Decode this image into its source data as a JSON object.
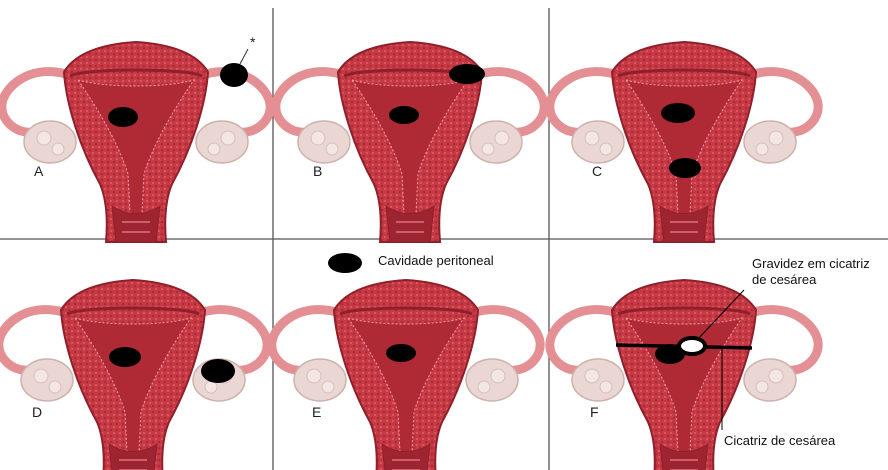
{
  "panels": [
    {
      "id": "A",
      "label": "A",
      "sites": [
        "uterine-body",
        "fallopian-tube-distal"
      ]
    },
    {
      "id": "B",
      "label": "B",
      "sites": [
        "uterine-body",
        "cornual"
      ]
    },
    {
      "id": "C",
      "label": "C",
      "sites": [
        "uterine-body",
        "cervical"
      ]
    },
    {
      "id": "D",
      "label": "D",
      "sites": [
        "uterine-body",
        "ovarian"
      ]
    },
    {
      "id": "E",
      "label": "E",
      "sites": [
        "uterine-body",
        "peritoneal-cavity"
      ]
    },
    {
      "id": "F",
      "label": "F",
      "sites": [
        "uterine-body",
        "cesarean-scar"
      ]
    }
  ],
  "legend": {
    "label": "Cavidade peritoneal"
  },
  "annotations": {
    "scar_pregnancy": "Gravidez em cicatriz\nde cesárea",
    "scar": "Cicatriz de cesárea",
    "tube_marker": "*"
  },
  "colors": {
    "uterus": "#c73a45",
    "uterus_dark": "#8f1f2a",
    "uterus_light": "#e2727a",
    "tube": "#e38f93",
    "ovary": "#ead6d2",
    "ovary_edge": "#cdb3ad",
    "pregnancy": "#000000",
    "grid": "#555555"
  }
}
